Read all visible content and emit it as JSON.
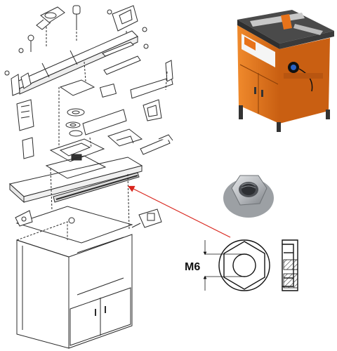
{
  "dimension": {
    "label": "M6"
  },
  "colors": {
    "line": "#2b2b2b",
    "callout_arrow": "#d9251c",
    "cmt_orange": "#e8731a",
    "cmt_orange_dark": "#b8520d",
    "steel": "#b9bcc0",
    "steel_dark": "#7e8287",
    "hatch": "#333333"
  },
  "icons": {
    "exploded_view": "router-table-exploded-diagram",
    "product_photo": "cmt-router-table-photo",
    "nut_photo": "flange-nut-photo",
    "nut_drawing": "flange-nut-technical-drawing"
  }
}
